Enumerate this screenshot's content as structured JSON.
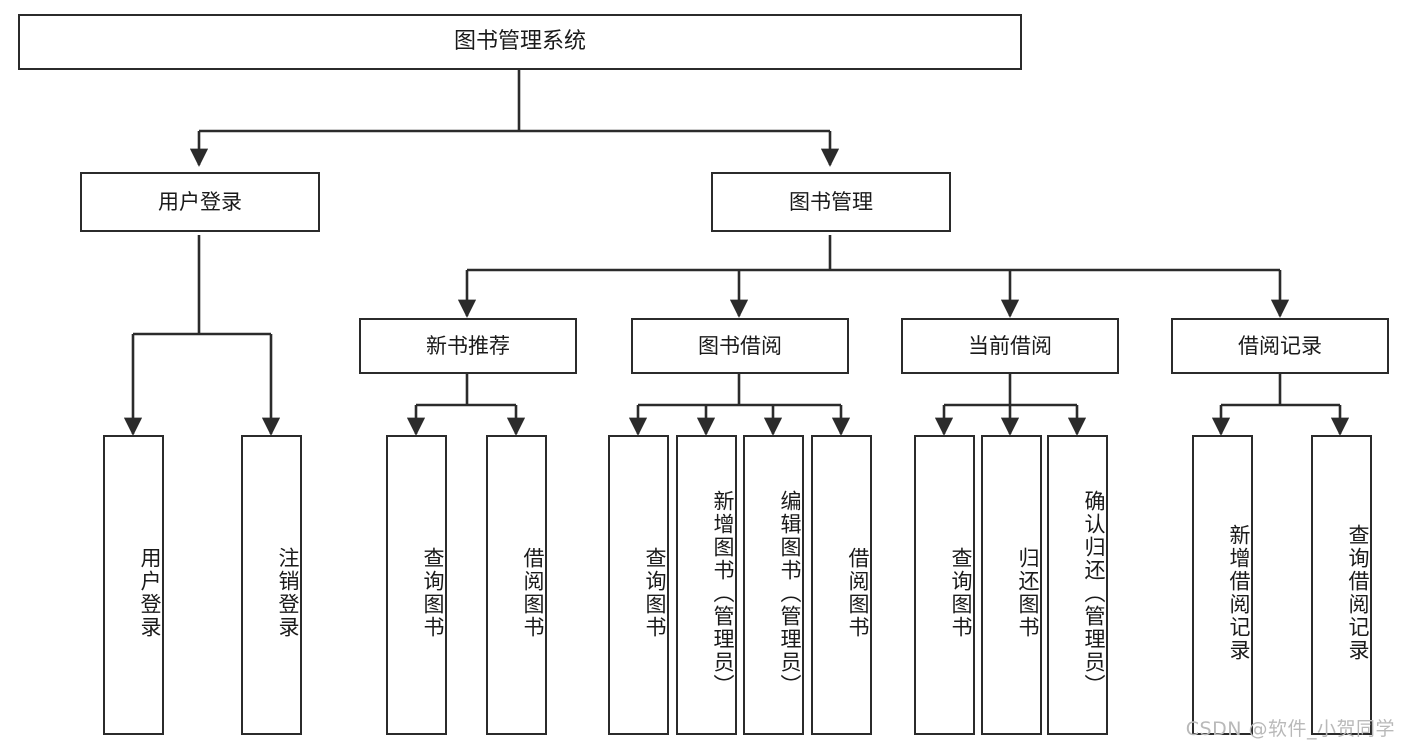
{
  "diagram": {
    "title": "图书管理系统",
    "type": "hierarchy-tree",
    "root": {
      "id": "root",
      "label": "图书管理系统"
    },
    "level1": [
      {
        "id": "user-login",
        "label": "用户登录"
      },
      {
        "id": "book-manage",
        "label": "图书管理"
      }
    ],
    "level2": [
      {
        "id": "new-book-recommend",
        "label": "新书推荐"
      },
      {
        "id": "book-borrow",
        "label": "图书借阅"
      },
      {
        "id": "current-borrow",
        "label": "当前借阅"
      },
      {
        "id": "borrow-record",
        "label": "借阅记录"
      }
    ],
    "leaves_user_login": [
      {
        "id": "leaf-user-login",
        "label": "用户登录"
      },
      {
        "id": "leaf-user-logout",
        "label": "注销登录"
      }
    ],
    "leaves_new_book_recommend": [
      {
        "id": "leaf-query-book-1",
        "label": "查询图书"
      },
      {
        "id": "leaf-borrow-book-1",
        "label": "借阅图书"
      }
    ],
    "leaves_book_borrow": [
      {
        "id": "leaf-query-book-2",
        "label": "查询图书"
      },
      {
        "id": "leaf-add-book",
        "label": "新增图书（管理员）"
      },
      {
        "id": "leaf-edit-book",
        "label": "编辑图书（管理员）"
      },
      {
        "id": "leaf-borrow-book-2",
        "label": "借阅图书"
      }
    ],
    "leaves_current_borrow": [
      {
        "id": "leaf-query-book-3",
        "label": "查询图书"
      },
      {
        "id": "leaf-return-book",
        "label": "归还图书"
      },
      {
        "id": "leaf-confirm-return",
        "label": "确认归还（管理员）"
      }
    ],
    "leaves_borrow_record": [
      {
        "id": "leaf-add-record",
        "label": "新增借阅记录"
      },
      {
        "id": "leaf-query-record",
        "label": "查询借阅记录"
      }
    ],
    "watermark": "CSDN @软件_小贺同学",
    "colors": {
      "stroke": "#2b2b2b",
      "fill": "#ffffff",
      "text": "#1a1a1a",
      "watermark": "#b9b9b9"
    }
  }
}
